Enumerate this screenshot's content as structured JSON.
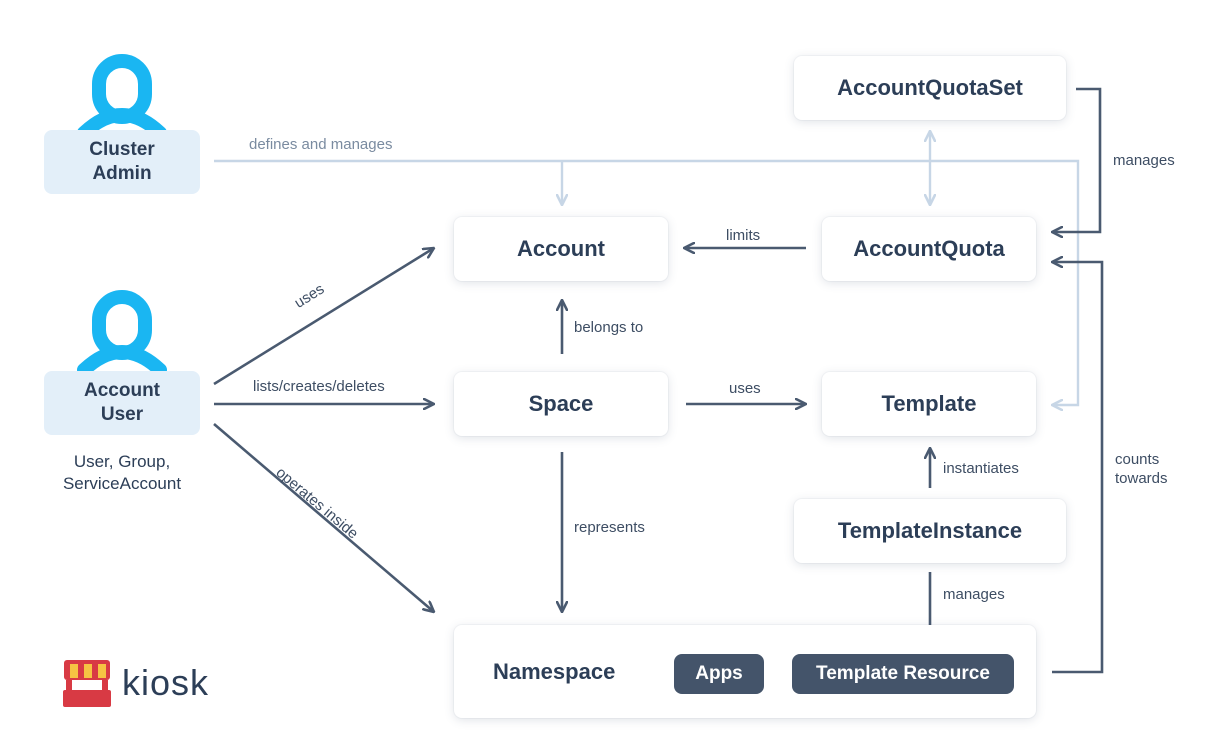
{
  "actors": {
    "cluster_admin": {
      "line1": "Cluster",
      "line2": "Admin"
    },
    "account_user": {
      "line1": "Account",
      "line2": "User"
    },
    "account_user_note": {
      "line1": "User, Group,",
      "line2": "ServiceAccount"
    }
  },
  "nodes": {
    "account_quota_set": "AccountQuotaSet",
    "account": "Account",
    "account_quota": "AccountQuota",
    "space": "Space",
    "template": "Template",
    "template_instance": "TemplateInstance",
    "namespace": "Namespace",
    "apps": "Apps",
    "template_resource": "Template Resource"
  },
  "edges": {
    "defines_and_manages": "defines and manages",
    "limits": "limits",
    "manages_quota_set": "manages",
    "uses_account": "uses",
    "belongs_to": "belongs to",
    "lists_creates_deletes": "lists/creates/deletes",
    "uses_template": "uses",
    "instantiates": "instantiates",
    "operates_inside": "operates inside",
    "represents": "represents",
    "manages_instance": "manages",
    "counts_towards": {
      "line1": "counts",
      "line2": "towards"
    }
  },
  "logo": {
    "text": "kiosk"
  },
  "colors": {
    "actor_icon": "#1ab6f2",
    "actor_label_bg": "#e3eff9",
    "arrow_dark": "#4a5a70",
    "arrow_light": "#c7d6e6",
    "pill_bg": "#44546a",
    "logo_red": "#d83a44",
    "logo_yellow": "#f6c343"
  }
}
